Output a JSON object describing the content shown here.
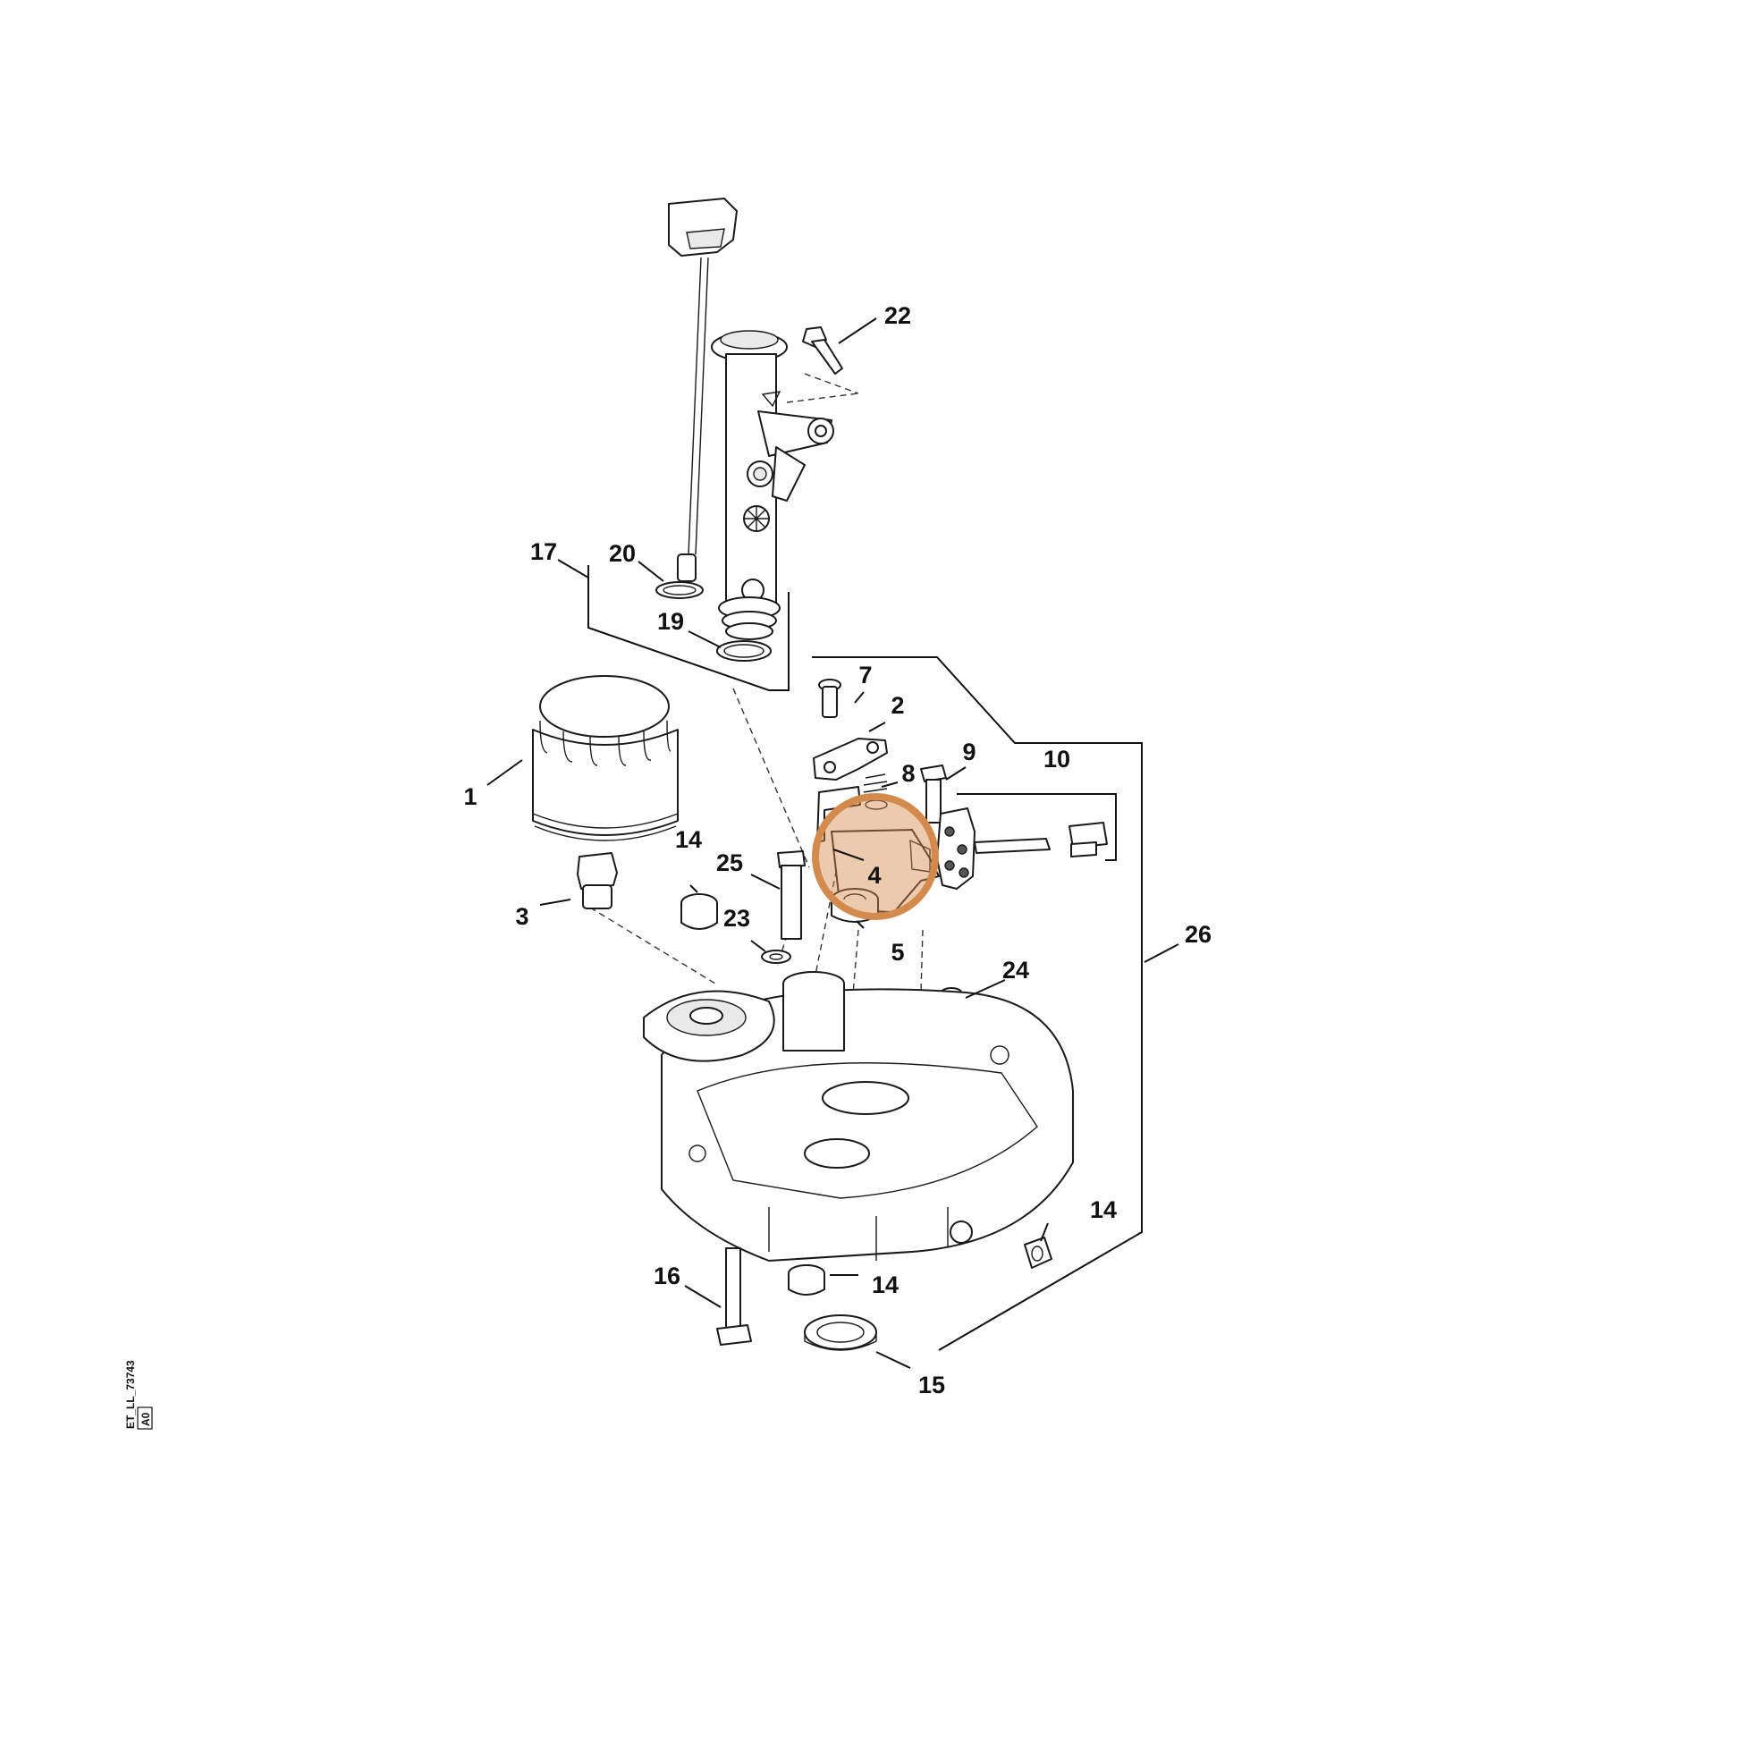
{
  "diagram": {
    "drawing_code": "ET_LL_73743",
    "revision": "A0",
    "highlight_color": "#d38a4c",
    "highlighted_part": "4",
    "callouts": [
      {
        "id": "c1",
        "label": "1"
      },
      {
        "id": "c2",
        "label": "2"
      },
      {
        "id": "c3",
        "label": "3"
      },
      {
        "id": "c4",
        "label": "4"
      },
      {
        "id": "c5",
        "label": "5"
      },
      {
        "id": "c7",
        "label": "7"
      },
      {
        "id": "c8",
        "label": "8"
      },
      {
        "id": "c9",
        "label": "9"
      },
      {
        "id": "c10",
        "label": "10"
      },
      {
        "id": "c14a",
        "label": "14"
      },
      {
        "id": "c14b",
        "label": "14"
      },
      {
        "id": "c14c",
        "label": "14"
      },
      {
        "id": "c15",
        "label": "15"
      },
      {
        "id": "c16",
        "label": "16"
      },
      {
        "id": "c17",
        "label": "17"
      },
      {
        "id": "c19",
        "label": "19"
      },
      {
        "id": "c20",
        "label": "20"
      },
      {
        "id": "c22",
        "label": "22"
      },
      {
        "id": "c23",
        "label": "23"
      },
      {
        "id": "c24",
        "label": "24"
      },
      {
        "id": "c25",
        "label": "25"
      },
      {
        "id": "c26",
        "label": "26"
      }
    ]
  }
}
